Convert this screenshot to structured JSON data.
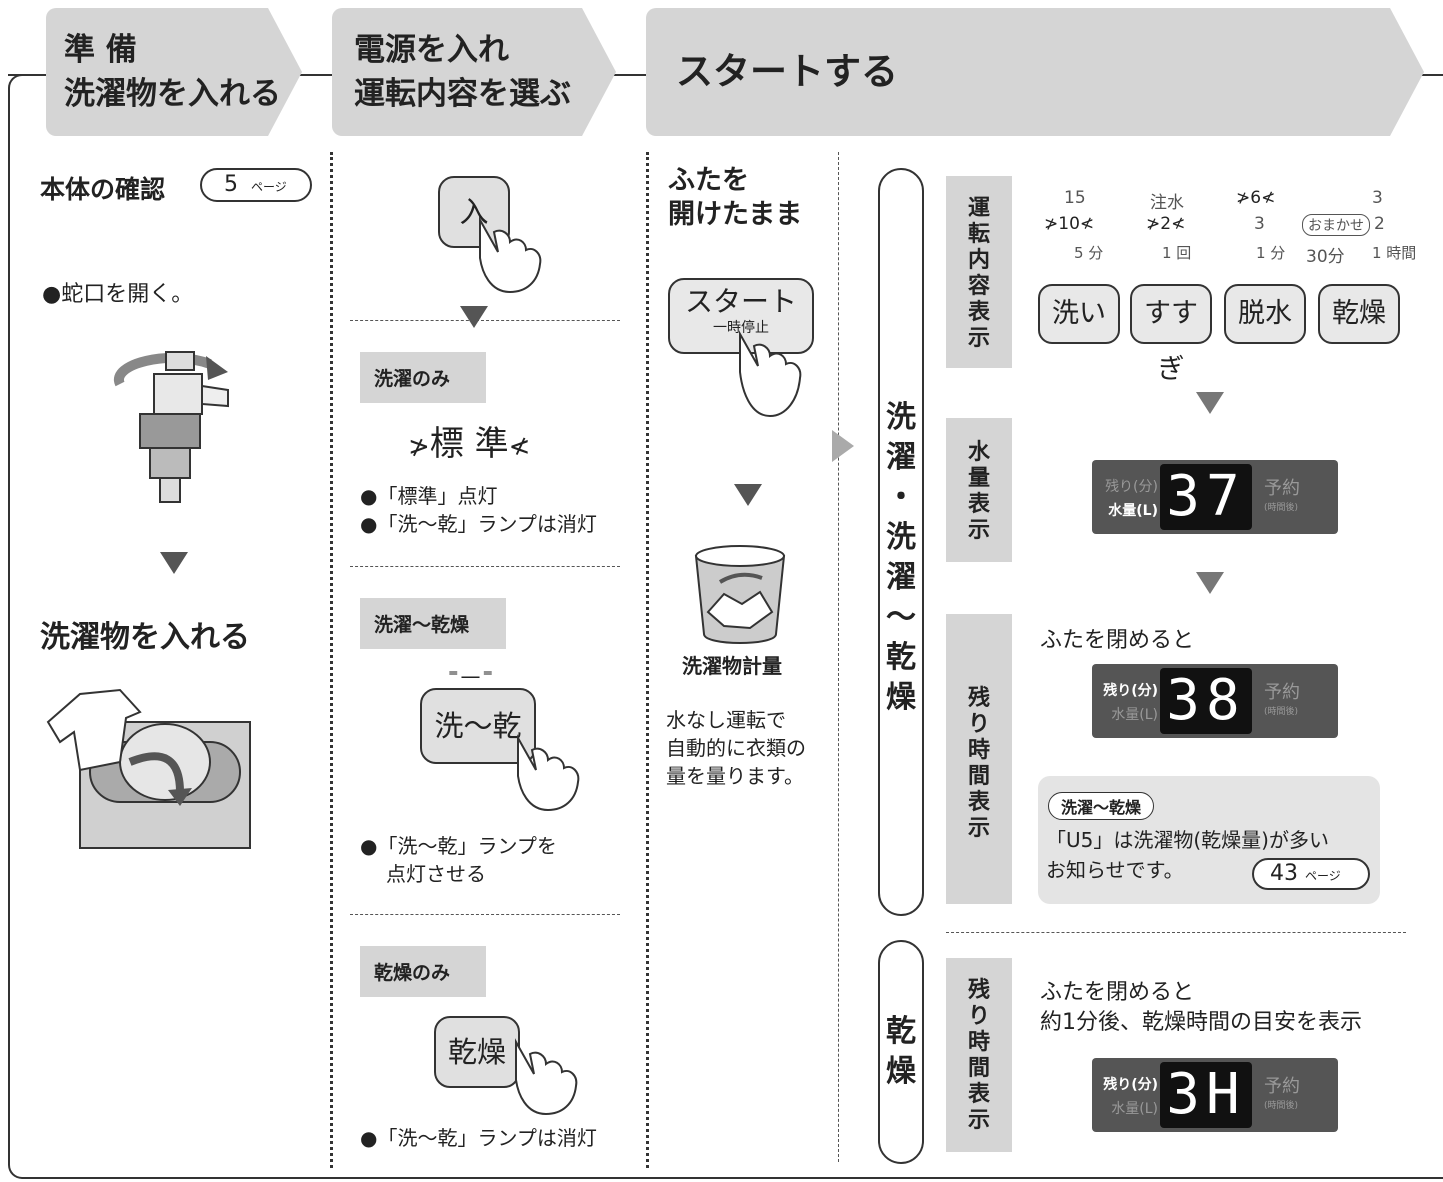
{
  "steps": [
    {
      "line1": "準 備",
      "line2": "洗濯物を入れる"
    },
    {
      "line1": "電源を入れ",
      "line2": "運転内容を選ぶ"
    },
    {
      "line1": "スタートする"
    }
  ],
  "col1": {
    "check_title": "本体の確認",
    "check_ref": "5",
    "page_word": "ページ",
    "faucet_text": "●蛇口を開く。",
    "load_title": "洗濯物を入れる"
  },
  "col2": {
    "power_key": "入",
    "mode1_label": "洗濯のみ",
    "mode1_display": "標 準",
    "mode1_bullet1": "●「標準」点灯",
    "mode1_bullet2": "●「洗〜乾」ランプは消灯",
    "mode2_label": "洗濯〜乾燥",
    "mode2_key": "洗〜乾",
    "mode2_bullet1": "●「洗〜乾」ランプを",
    "mode2_bullet2": "点灯させる",
    "mode3_label": "乾燥のみ",
    "mode3_key": "乾燥",
    "mode3_bullet": "●「洗〜乾」ランプは消灯"
  },
  "col3": {
    "lid_open_1": "ふたを",
    "lid_open_2": "開けたまま",
    "start_key_1": "スタート",
    "start_key_2": "一時停止",
    "measure_label": "洗濯物計量",
    "desc1": "水なし運転で",
    "desc2": "自動的に衣類の",
    "desc3": "量を量ります。"
  },
  "side_top": [
    "洗",
    "濯",
    "・",
    "洗",
    "濯",
    "〜",
    "乾",
    "燥"
  ],
  "side_bottom": [
    "乾",
    "燥"
  ],
  "panel": {
    "op_label": [
      "運",
      "転",
      "内",
      "容",
      "表",
      "示"
    ],
    "water_label": [
      "水",
      "量",
      "表",
      "示"
    ],
    "remain_label": [
      "残",
      "り",
      "時",
      "間",
      "表",
      "示"
    ],
    "row1": [
      "15",
      "注水",
      "6",
      "3"
    ],
    "row2": [
      "10",
      "2",
      "3",
      "おまかせ",
      "2"
    ],
    "row3": [
      "5 分",
      "1 回",
      "1 分",
      "30分",
      "1 時間"
    ],
    "buttons": [
      "洗い",
      "すすぎ",
      "脱水",
      "乾燥"
    ],
    "display_left1": "残り(分)",
    "display_left2": "水量(L)",
    "display_right1": "予約",
    "display_right2": "(時間後)",
    "water_value": "37",
    "remain_value": "38",
    "dry_value": "3H",
    "lid_close": "ふたを閉めると",
    "note_tag": "洗濯〜乾燥",
    "note_line1": "「U5」は洗濯物(乾燥量)が多い",
    "note_line2": "お知らせです。",
    "note_ref": "43",
    "dry_lid_close": "ふたを閉めると",
    "dry_note": "約1分後、乾燥時間の目安を表示"
  }
}
